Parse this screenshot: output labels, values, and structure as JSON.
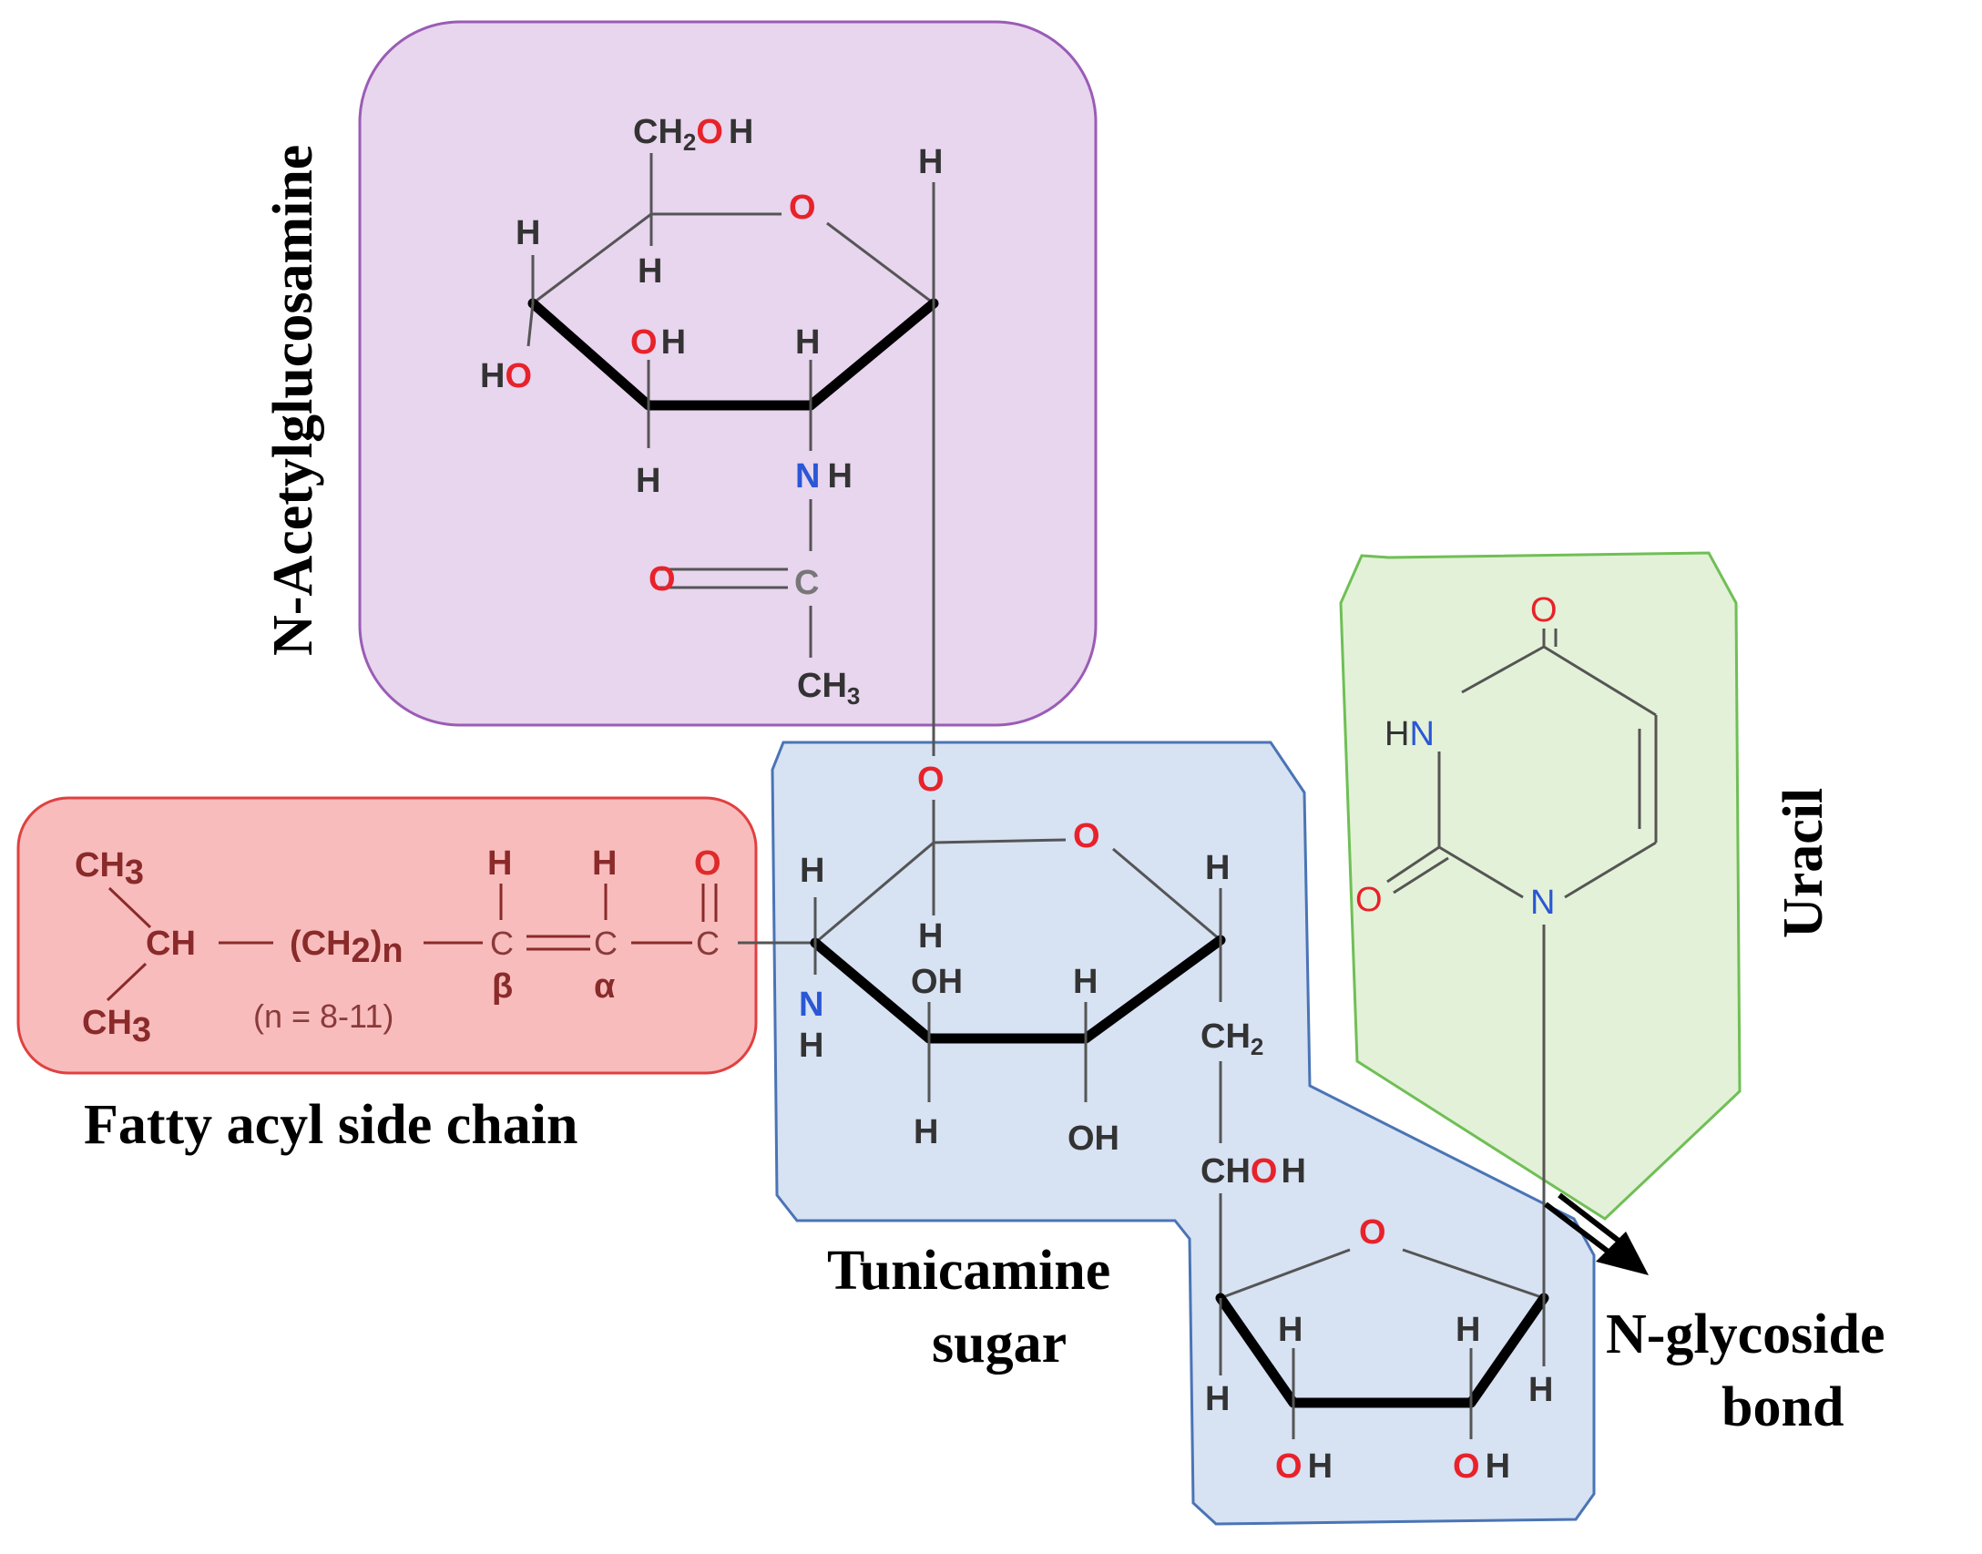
{
  "colors": {
    "nag_fill": "#e8d5ee",
    "nag_stroke": "#9a5cb5",
    "fatty_fill": "#f8bcbc",
    "fatty_stroke": "#e04040",
    "tun_fill": "#d7e2f3",
    "tun_stroke": "#4a74b5",
    "uracil_fill": "#e3f1d8",
    "uracil_stroke": "#6fbf55"
  },
  "labels": {
    "nag": "N-Acetylglucosamine",
    "fatty": "Fatty acyl side chain",
    "tun_line1": "Tunicamine",
    "tun_line2": "sugar",
    "uracil": "Uracil",
    "nglyco_line1": "N-glycoside",
    "nglyco_line2": "bond"
  },
  "nag_atoms": {
    "ch2oh_ch": "CH",
    "ch2oh_2": "2",
    "ch2oh_o": "O",
    "ch2oh_h": "H",
    "ring_o": "O",
    "h_anomeric": "H",
    "h_c5": "H",
    "h_c4": "H",
    "ho_h": "H",
    "ho_o": "O",
    "oh_o": "O",
    "oh_h": "H",
    "h_c2": "H",
    "h_c3_down": "H",
    "nh_n": "N",
    "nh_h": "H",
    "co_o": "O",
    "co_c": "C",
    "ch3": "CH",
    "ch3_sub": "3"
  },
  "fatty_atoms": {
    "ch3_top": "CH",
    "ch3_top_sub": "3",
    "ch": "CH",
    "ch2n": "(CH",
    "ch2n_sub": "2",
    "ch2n_close": ")",
    "ch2n_n": "n",
    "c_beta": "C",
    "c_alpha": "C",
    "c_carbonyl": "C",
    "h_beta": "H",
    "h_alpha": "H",
    "o_carbonyl": "O",
    "beta": "β",
    "alpha": "α",
    "ch3_bot": "CH",
    "ch3_bot_sub": "3",
    "n_range": "(n = 8-11)"
  },
  "tun_atoms": {
    "link_o": "O",
    "ring_o": "O",
    "h_c1": "H",
    "h_c6": "H",
    "h_c2_left": "H",
    "h_c1_down": "H",
    "nh_n": "N",
    "nh_h": "H",
    "oh_c3_o": "O",
    "oh_c3_h": "H",
    "h_c4": "H",
    "h_c3_down": "H",
    "oh_c4": "OH",
    "ch2": "CH",
    "ch2_sub": "2",
    "choh_ch": "CH",
    "choh_o": "O",
    "choh_h": "H",
    "furan_o": "O",
    "f_h_left": "H",
    "f_h_right": "H",
    "f_h_c4": "H",
    "f_h_c1": "H",
    "f_oh1_o": "O",
    "f_oh1_h": "H",
    "f_oh2_o": "O",
    "f_oh2_h": "H"
  },
  "uracil_atoms": {
    "o_top": "O",
    "hn_h": "H",
    "hn_n": "N",
    "o_left": "O",
    "n1": "N"
  }
}
